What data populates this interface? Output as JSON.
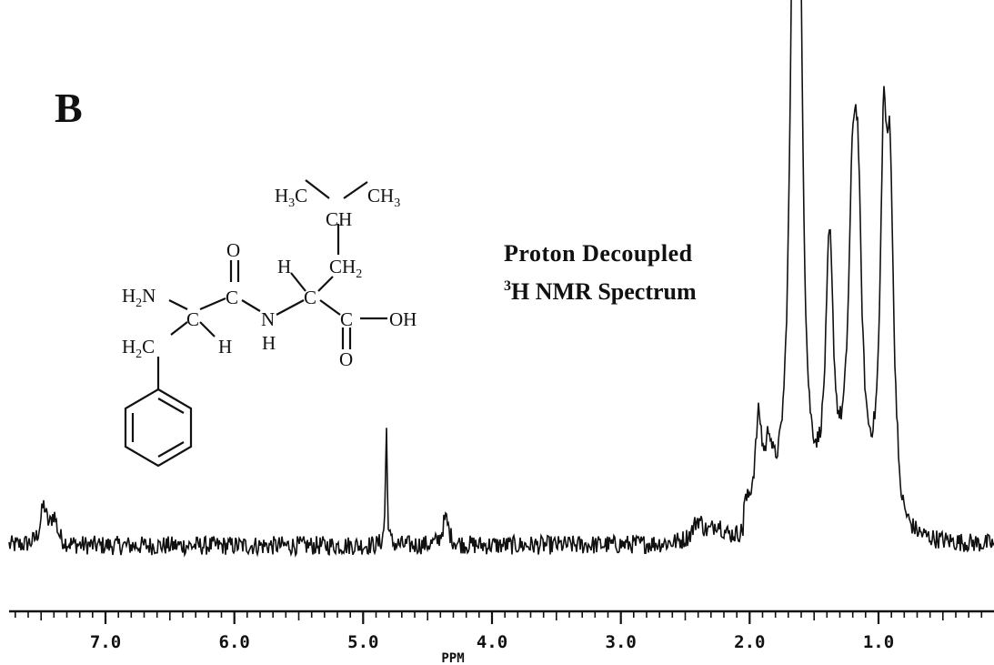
{
  "panel_label": "B",
  "chart_data": {
    "type": "line",
    "title_line1": "Proton Decoupled",
    "title_line2_sup": "3",
    "title_line2": "H NMR Spectrum",
    "xlabel": "PPM",
    "ylabel": "",
    "x_reversed": true,
    "xlim": [
      8.0,
      0.0
    ],
    "ylim": [
      0,
      1.1
    ],
    "grid": false,
    "x_tick_labels": [
      "7.0",
      "6.0",
      "5.0",
      "4.0",
      "3.0",
      "2.0",
      "1.0"
    ],
    "x_tick_values": [
      7.0,
      6.0,
      5.0,
      4.0,
      3.0,
      2.0,
      1.0
    ],
    "minor_tick_step": 0.1,
    "baseline": 0.0,
    "peaks": [
      {
        "ppm": 7.48,
        "height": 0.07,
        "width": 0.03
      },
      {
        "ppm": 7.4,
        "height": 0.05,
        "width": 0.03
      },
      {
        "ppm": 4.82,
        "height": 0.22,
        "width": 0.008
      },
      {
        "ppm": 4.36,
        "height": 0.05,
        "width": 0.03
      },
      {
        "ppm": 2.4,
        "height": 0.04,
        "width": 0.05
      },
      {
        "ppm": 2.25,
        "height": 0.03,
        "width": 0.05
      },
      {
        "ppm": 1.93,
        "height": 0.16,
        "width": 0.03
      },
      {
        "ppm": 1.85,
        "height": 0.1,
        "width": 0.03
      },
      {
        "ppm": 1.66,
        "height": 1.0,
        "width": 0.035
      },
      {
        "ppm": 1.61,
        "height": 0.82,
        "width": 0.03
      },
      {
        "ppm": 1.38,
        "height": 0.47,
        "width": 0.035
      },
      {
        "ppm": 1.2,
        "height": 0.5,
        "width": 0.04
      },
      {
        "ppm": 1.16,
        "height": 0.44,
        "width": 0.035
      },
      {
        "ppm": 0.96,
        "height": 0.62,
        "width": 0.03
      },
      {
        "ppm": 0.91,
        "height": 0.55,
        "width": 0.03
      }
    ],
    "noise_amplitude": 0.018
  },
  "molecule": {
    "labels": {
      "h3c_left": "H",
      "h3c_left_sub": "3",
      "h3c_left_c": "C",
      "ch3_right": "CH",
      "ch3_right_sub": "3",
      "ch": "CH",
      "ch2": "CH",
      "ch2_sub": "2",
      "o_top": "O",
      "h_alpha2": "H",
      "h2n": "H",
      "h2n_sub": "2",
      "h2n_n": "N",
      "c_alpha1": "C",
      "c_carbonyl1": "C",
      "n_amide": "N",
      "c_alpha2": "C",
      "c_carboxyl": "C",
      "oh": "OH",
      "h_amide": "H",
      "h_alpha1": "H",
      "h2c_benzyl": "H",
      "h2c_benzyl_sub": "2",
      "h2c_benzyl_c": "C",
      "o_bottom": "O"
    }
  }
}
